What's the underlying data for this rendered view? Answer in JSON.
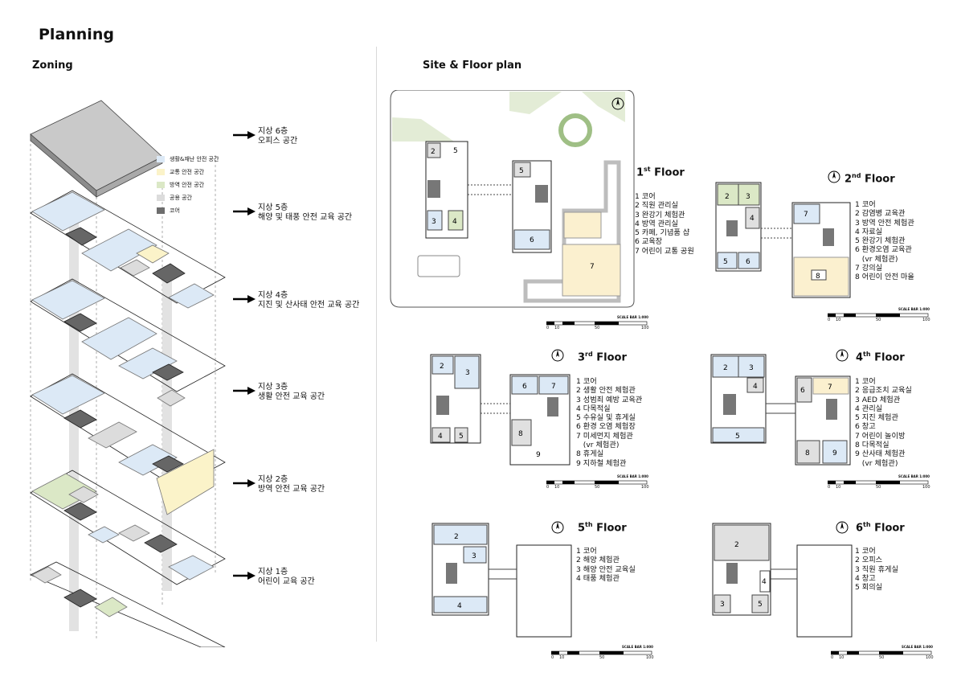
{
  "page": {
    "title": "Planning"
  },
  "zoning": {
    "heading": "Zoning",
    "legend": [
      {
        "label": "생활&재난 안전 공간",
        "color": "#dce9f6"
      },
      {
        "label": "교통 안전 공간",
        "color": "#fbf3c9"
      },
      {
        "label": "방역 안전 공간",
        "color": "#dbe8c6"
      },
      {
        "label": "공용 공간",
        "color": "#dcdcdc"
      },
      {
        "label": "코어",
        "color": "#6d6d6d"
      }
    ],
    "labels": [
      {
        "line1": "지상 6층",
        "line2": "오피스 공간"
      },
      {
        "line1": "지상 5층",
        "line2": "해양 및 태풍 안전 교육 공간"
      },
      {
        "line1": "지상 4층",
        "line2": "지진 및 산사태 안전 교육 공간"
      },
      {
        "line1": "지상 3층",
        "line2": "생활 안전 교육 공간"
      },
      {
        "line1": "지상 2층",
        "line2": "방역 안전 교육 공간"
      },
      {
        "line1": "지상 1층",
        "line2": "어린이 교육 공간"
      }
    ]
  },
  "site": {
    "heading": "Site & Floor plan",
    "scale_label": "SCALE BAR 1:000",
    "scale_ticks": [
      "0",
      "10",
      "50",
      "100"
    ]
  },
  "floors": [
    {
      "id": "1",
      "ord": "st",
      "name": "Floor",
      "rooms": [
        "1 코어",
        "2 직원 관리실",
        "3 완강기 체험관",
        "4 방역 관리실",
        "5 카페, 기념품 샵",
        "6 교육장",
        "7 어린이 교통 공원"
      ]
    },
    {
      "id": "2",
      "ord": "nd",
      "name": "Floor",
      "rooms": [
        "1 코어",
        "2 감염병 교육관",
        "3 방역 안전 체험관",
        "4 자료실",
        "5 완강기 체험관",
        "6 환경오염 교육관",
        "   (vr 체험관)",
        "7 강의실",
        "8 어린이 안전 마을"
      ]
    },
    {
      "id": "3",
      "ord": "rd",
      "name": "Floor",
      "rooms": [
        "1 코어",
        "2 생활 안전 체험관",
        "3 성범죄 예방 교육관",
        "4 다목적실",
        "5 수유실 및 휴게실",
        "6 환경 오염 체험장",
        "7 미세먼지 체험관",
        "   (vr 체험관)",
        "8 휴게실",
        "9 지하철 체험관"
      ]
    },
    {
      "id": "4",
      "ord": "th",
      "name": "Floor",
      "rooms": [
        "1 코어",
        "2 응급조치 교육실",
        "3 AED 체험관",
        "4 관리실",
        "5 지진 체험관",
        "6 창고",
        "7 어린이 놀이방",
        "8 다목적실",
        "9 산사태 체험관",
        "   (vr 체험관)"
      ]
    },
    {
      "id": "5",
      "ord": "th",
      "name": "Floor",
      "rooms": [
        "1 코어",
        "2 해양 체험관",
        "3 해양 안전 교육실",
        "4 태풍 체험관"
      ]
    },
    {
      "id": "6",
      "ord": "th",
      "name": "Floor",
      "rooms": [
        "1 코어",
        "2 오피스",
        "3 직원 휴게실",
        "4 창고",
        "5 회의실"
      ]
    }
  ]
}
